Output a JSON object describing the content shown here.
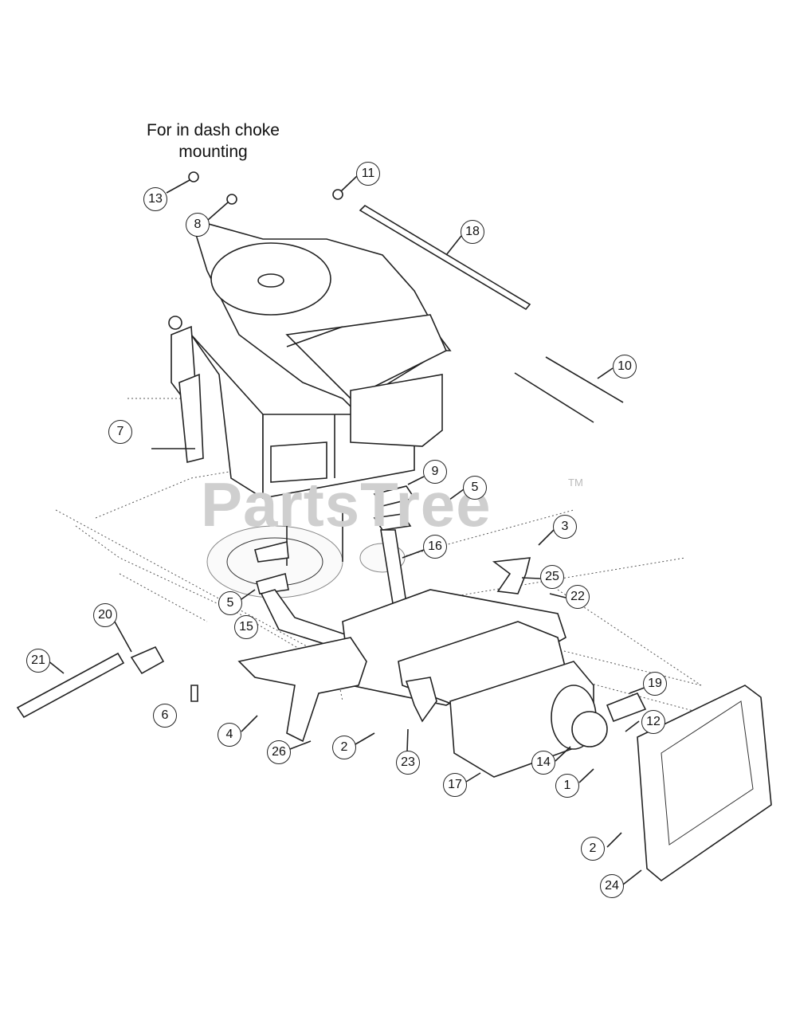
{
  "note": {
    "line1": "For in dash choke",
    "line2": "mounting"
  },
  "watermark": {
    "text": "PartsTree",
    "tm": "TM"
  },
  "callouts": [
    {
      "id": "c13",
      "label": "13"
    },
    {
      "id": "c8",
      "label": "8"
    },
    {
      "id": "c11",
      "label": "11"
    },
    {
      "id": "c18",
      "label": "18"
    },
    {
      "id": "c10",
      "label": "10"
    },
    {
      "id": "c7",
      "label": "7"
    },
    {
      "id": "c9",
      "label": "9"
    },
    {
      "id": "c5a",
      "label": "5"
    },
    {
      "id": "c3",
      "label": "3"
    },
    {
      "id": "c16",
      "label": "16"
    },
    {
      "id": "c25",
      "label": "25"
    },
    {
      "id": "c22",
      "label": "22"
    },
    {
      "id": "c5b",
      "label": "5"
    },
    {
      "id": "c15",
      "label": "15"
    },
    {
      "id": "c20",
      "label": "20"
    },
    {
      "id": "c21",
      "label": "21"
    },
    {
      "id": "c19",
      "label": "19"
    },
    {
      "id": "c12",
      "label": "12"
    },
    {
      "id": "c6",
      "label": "6"
    },
    {
      "id": "c4",
      "label": "4"
    },
    {
      "id": "c26",
      "label": "26"
    },
    {
      "id": "c2a",
      "label": "2"
    },
    {
      "id": "c23",
      "label": "23"
    },
    {
      "id": "c14",
      "label": "14"
    },
    {
      "id": "c17",
      "label": "17"
    },
    {
      "id": "c1",
      "label": "1"
    },
    {
      "id": "c2b",
      "label": "2"
    },
    {
      "id": "c24",
      "label": "24"
    }
  ]
}
